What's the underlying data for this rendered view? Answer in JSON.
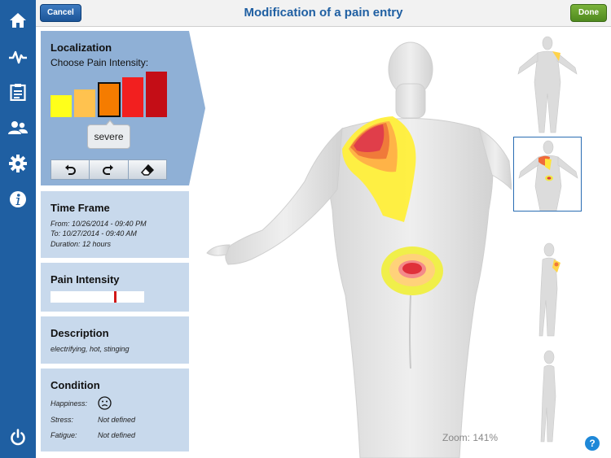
{
  "header": {
    "title": "Modification of a pain entry",
    "cancel_label": "Cancel",
    "done_label": "Done"
  },
  "sidebar": {
    "icons": [
      "home-icon",
      "activity-icon",
      "clipboard-icon",
      "users-icon",
      "gear-icon",
      "info-icon",
      "power-icon"
    ]
  },
  "localization": {
    "title": "Localization",
    "subtitle": "Choose Pain Intensity:",
    "levels": [
      "#ffff1a",
      "#ffc24f",
      "#f57c00",
      "#f21f1f",
      "#c40d16"
    ],
    "selected_index": 2,
    "selected_label": "severe",
    "tools": [
      "undo-icon",
      "redo-icon",
      "eraser-icon"
    ]
  },
  "time_frame": {
    "title": "Time Frame",
    "from": "From: 10/26/2014 - 09:40 PM",
    "to": "To: 10/27/2014 - 09:40 AM",
    "duration": "Duration: 12 hours"
  },
  "pain_intensity": {
    "title": "Pain Intensity",
    "value_fraction": 0.68
  },
  "description": {
    "title": "Description",
    "text": "electrifying, hot, stinging"
  },
  "condition": {
    "title": "Condition",
    "happiness_label": "Happiness:",
    "stress_label": "Stress:",
    "stress_value": "Not defined",
    "fatigue_label": "Fatigue:",
    "fatigue_value": "Not defined",
    "happiness_icon": "sad-face-icon"
  },
  "canvas": {
    "zoom_text": "Zoom: 141%"
  },
  "thumbnails": {
    "selected_index": 1,
    "views": [
      "front-view",
      "back-view",
      "side-view-right",
      "side-view-left"
    ]
  },
  "help_label": "?",
  "colors": {
    "sidebar_blue": "#1f5fa2",
    "panel_blue": "#c8d9ec",
    "accent_green": "#5e9a27"
  }
}
